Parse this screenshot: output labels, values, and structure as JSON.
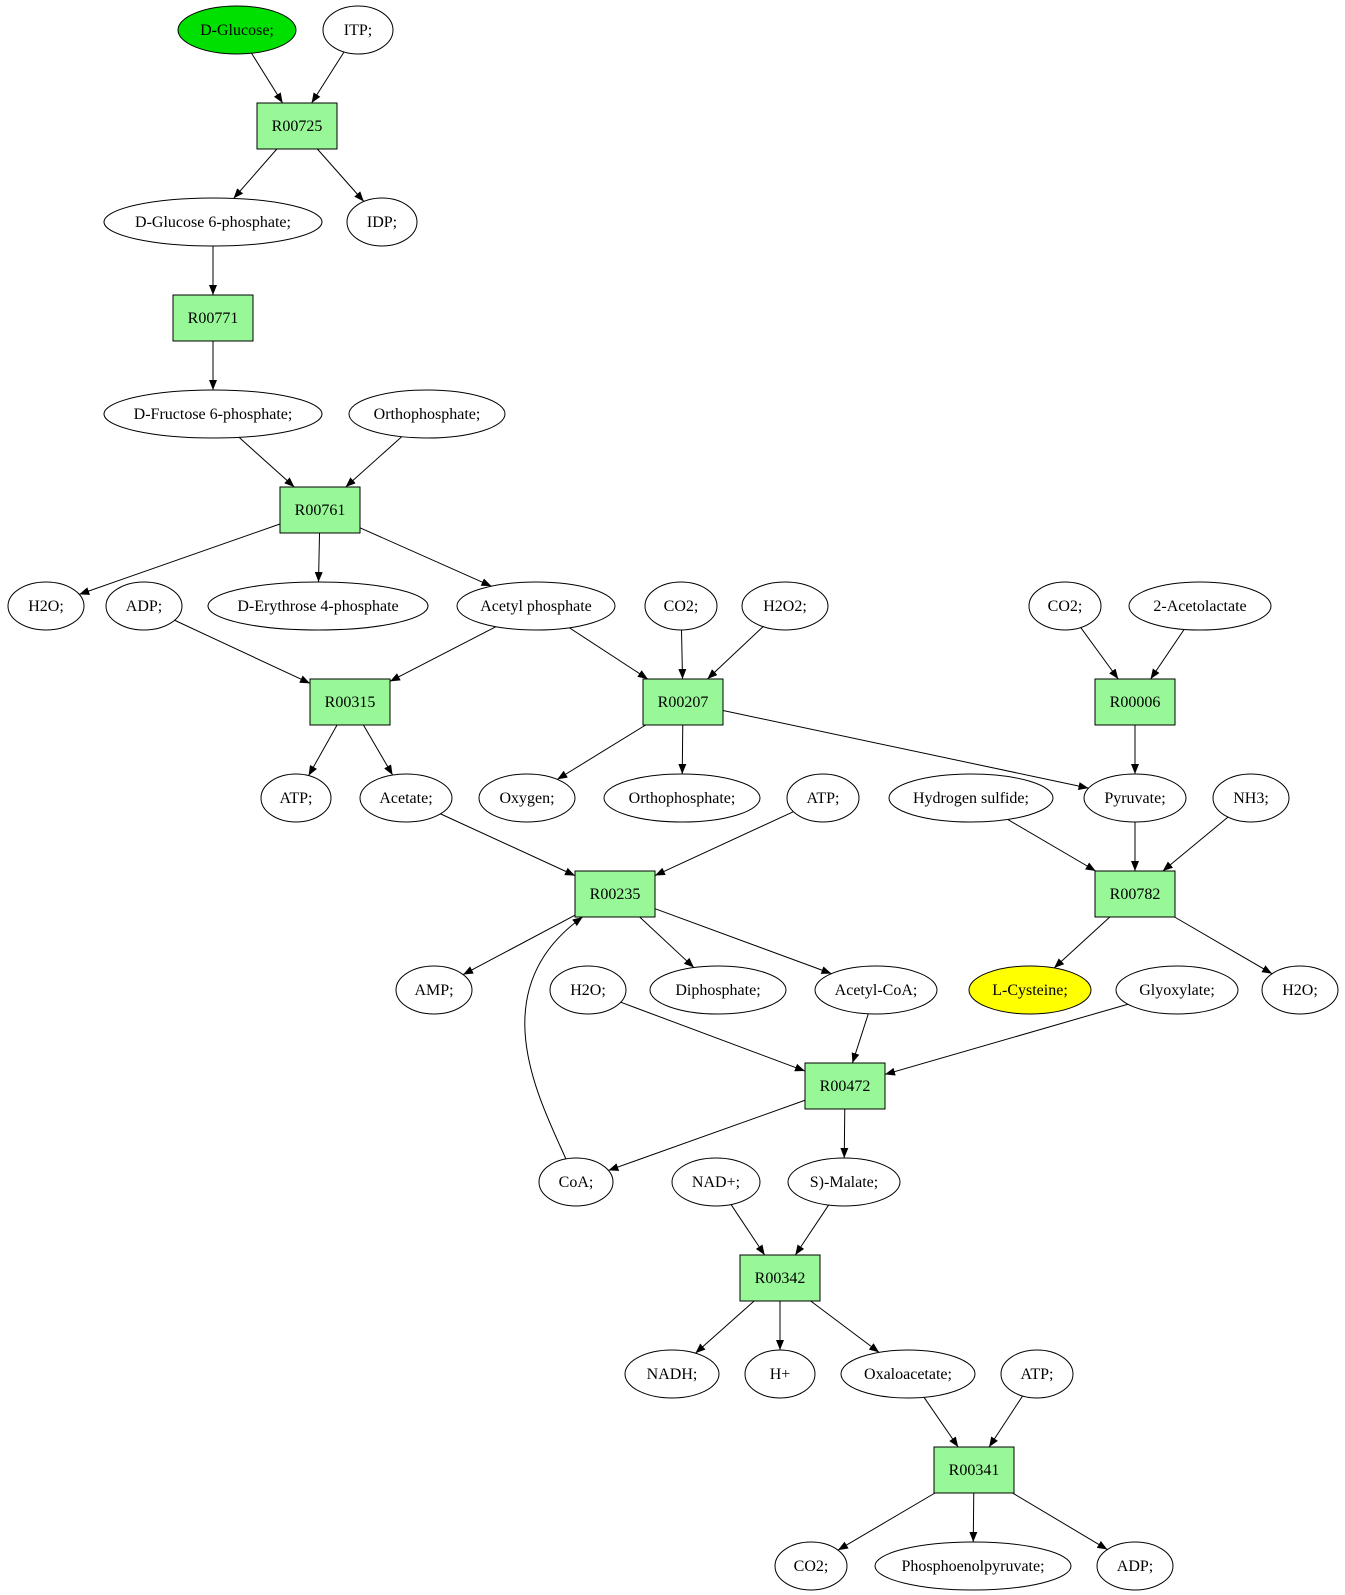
{
  "colors": {
    "reaction_fill": "#98f898",
    "compound_fill": "#ffffff",
    "start_fill": "#00e000",
    "target_fill": "#ffff00",
    "stroke": "#000000"
  },
  "nodes": [
    {
      "id": "glucose",
      "label": "D-Glucose;",
      "type": "start"
    },
    {
      "id": "itp",
      "label": "ITP;",
      "type": "compound"
    },
    {
      "id": "r00725",
      "label": "R00725",
      "type": "reaction"
    },
    {
      "id": "g6p",
      "label": "D-Glucose 6-phosphate;",
      "type": "compound"
    },
    {
      "id": "idp",
      "label": "IDP;",
      "type": "compound"
    },
    {
      "id": "r00771",
      "label": "R00771",
      "type": "reaction"
    },
    {
      "id": "f6p",
      "label": "D-Fructose 6-phosphate;",
      "type": "compound"
    },
    {
      "id": "ortho1",
      "label": "Orthophosphate;",
      "type": "compound"
    },
    {
      "id": "r00761",
      "label": "R00761",
      "type": "reaction"
    },
    {
      "id": "h2o1",
      "label": "H2O;",
      "type": "compound"
    },
    {
      "id": "adp1",
      "label": "ADP;",
      "type": "compound"
    },
    {
      "id": "e4p",
      "label": "D-Erythrose 4-phosphate",
      "type": "compound"
    },
    {
      "id": "acp",
      "label": "Acetyl phosphate",
      "type": "compound"
    },
    {
      "id": "co2a",
      "label": "CO2;",
      "type": "compound"
    },
    {
      "id": "h2o2",
      "label": "H2O2;",
      "type": "compound"
    },
    {
      "id": "co2b",
      "label": "CO2;",
      "type": "compound"
    },
    {
      "id": "acetolactate",
      "label": "2-Acetolactate",
      "type": "compound"
    },
    {
      "id": "r00315",
      "label": "R00315",
      "type": "reaction"
    },
    {
      "id": "r00207",
      "label": "R00207",
      "type": "reaction"
    },
    {
      "id": "r00006",
      "label": "R00006",
      "type": "reaction"
    },
    {
      "id": "atp1",
      "label": "ATP;",
      "type": "compound"
    },
    {
      "id": "acetate",
      "label": "Acetate;",
      "type": "compound"
    },
    {
      "id": "oxygen",
      "label": "Oxygen;",
      "type": "compound"
    },
    {
      "id": "ortho2",
      "label": "Orthophosphate;",
      "type": "compound"
    },
    {
      "id": "atp2",
      "label": "ATP;",
      "type": "compound"
    },
    {
      "id": "h2s",
      "label": "Hydrogen sulfide;",
      "type": "compound"
    },
    {
      "id": "pyruvate",
      "label": "Pyruvate;",
      "type": "compound"
    },
    {
      "id": "nh3",
      "label": "NH3;",
      "type": "compound"
    },
    {
      "id": "r00235",
      "label": "R00235",
      "type": "reaction"
    },
    {
      "id": "r00782",
      "label": "R00782",
      "type": "reaction"
    },
    {
      "id": "amp",
      "label": "AMP;",
      "type": "compound"
    },
    {
      "id": "h2o3",
      "label": "H2O;",
      "type": "compound"
    },
    {
      "id": "diphosphate",
      "label": "Diphosphate;",
      "type": "compound"
    },
    {
      "id": "acoa",
      "label": "Acetyl-CoA;",
      "type": "compound"
    },
    {
      "id": "cysteine",
      "label": "L-Cysteine;",
      "type": "target"
    },
    {
      "id": "glyoxylate",
      "label": "Glyoxylate;",
      "type": "compound"
    },
    {
      "id": "h2o4",
      "label": "H2O;",
      "type": "compound"
    },
    {
      "id": "r00472",
      "label": "R00472",
      "type": "reaction"
    },
    {
      "id": "coa",
      "label": "CoA;",
      "type": "compound"
    },
    {
      "id": "nad",
      "label": "NAD+;",
      "type": "compound"
    },
    {
      "id": "malate",
      "label": "S)-Malate;",
      "type": "compound"
    },
    {
      "id": "r00342",
      "label": "R00342",
      "type": "reaction"
    },
    {
      "id": "nadh",
      "label": "NADH;",
      "type": "compound"
    },
    {
      "id": "hplus",
      "label": "H+",
      "type": "compound"
    },
    {
      "id": "oxaloacetate",
      "label": "Oxaloacetate;",
      "type": "compound"
    },
    {
      "id": "atp3",
      "label": "ATP;",
      "type": "compound"
    },
    {
      "id": "r00341",
      "label": "R00341",
      "type": "reaction"
    },
    {
      "id": "co2c",
      "label": "CO2;",
      "type": "compound"
    },
    {
      "id": "pep",
      "label": "Phosphoenolpyruvate;",
      "type": "compound"
    },
    {
      "id": "adp2",
      "label": "ADP;",
      "type": "compound"
    }
  ],
  "edges": [
    [
      "glucose",
      "r00725"
    ],
    [
      "itp",
      "r00725"
    ],
    [
      "r00725",
      "g6p"
    ],
    [
      "r00725",
      "idp"
    ],
    [
      "g6p",
      "r00771"
    ],
    [
      "r00771",
      "f6p"
    ],
    [
      "f6p",
      "r00761"
    ],
    [
      "ortho1",
      "r00761"
    ],
    [
      "r00761",
      "h2o1"
    ],
    [
      "r00761",
      "e4p"
    ],
    [
      "r00761",
      "acp"
    ],
    [
      "adp1",
      "r00315"
    ],
    [
      "acp",
      "r00315"
    ],
    [
      "acp",
      "r00207"
    ],
    [
      "co2a",
      "r00207"
    ],
    [
      "h2o2",
      "r00207"
    ],
    [
      "co2b",
      "r00006"
    ],
    [
      "acetolactate",
      "r00006"
    ],
    [
      "r00315",
      "atp1"
    ],
    [
      "r00315",
      "acetate"
    ],
    [
      "r00207",
      "oxygen"
    ],
    [
      "r00207",
      "ortho2"
    ],
    [
      "r00207",
      "pyruvate"
    ],
    [
      "r00006",
      "pyruvate"
    ],
    [
      "acetate",
      "r00235"
    ],
    [
      "atp2",
      "r00235"
    ],
    [
      "coa",
      "r00235"
    ],
    [
      "h2s",
      "r00782"
    ],
    [
      "pyruvate",
      "r00782"
    ],
    [
      "nh3",
      "r00782"
    ],
    [
      "r00235",
      "amp"
    ],
    [
      "r00235",
      "diphosphate"
    ],
    [
      "r00235",
      "acoa"
    ],
    [
      "r00782",
      "cysteine"
    ],
    [
      "r00782",
      "h2o4"
    ],
    [
      "h2o3",
      "r00472"
    ],
    [
      "acoa",
      "r00472"
    ],
    [
      "glyoxylate",
      "r00472"
    ],
    [
      "r00472",
      "coa"
    ],
    [
      "r00472",
      "malate"
    ],
    [
      "nad",
      "r00342"
    ],
    [
      "malate",
      "r00342"
    ],
    [
      "r00342",
      "nadh"
    ],
    [
      "r00342",
      "hplus"
    ],
    [
      "r00342",
      "oxaloacetate"
    ],
    [
      "oxaloacetate",
      "r00341"
    ],
    [
      "atp3",
      "r00341"
    ],
    [
      "r00341",
      "co2c"
    ],
    [
      "r00341",
      "pep"
    ],
    [
      "r00341",
      "adp2"
    ]
  ]
}
